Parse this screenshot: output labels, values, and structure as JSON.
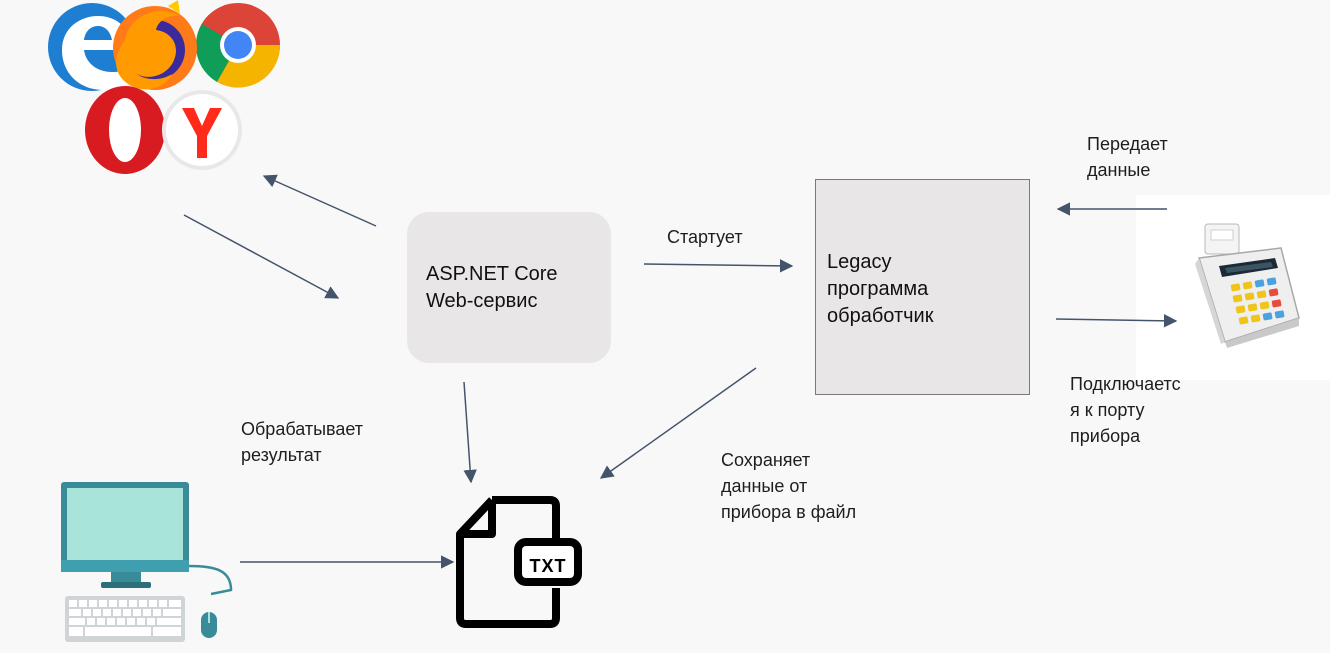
{
  "nodes": {
    "server": {
      "line1": "ASP.NET Core",
      "line2": "Web-сервис"
    },
    "legacy": {
      "line1": "Legacy",
      "line2": "программа",
      "line3": "обработчик"
    },
    "file": {
      "badge": "TXT"
    }
  },
  "edges": {
    "starts": "Стартует",
    "sends": {
      "line1": "Передает",
      "line2": "данные"
    },
    "connects": {
      "line1": "Подключаетс",
      "line2": "я к порту",
      "line3": "прибора"
    },
    "saves": {
      "line1": "Сохраняет",
      "line2": "данные от",
      "line3": "прибора в файл"
    },
    "processes": {
      "line1": "Обрабатывает",
      "line2": "результат"
    }
  },
  "icons": [
    "edge-browser-icon",
    "firefox-browser-icon",
    "chrome-browser-icon",
    "opera-browser-icon",
    "yandex-browser-icon",
    "desktop-computer-icon",
    "txt-file-icon",
    "cash-register-icon"
  ],
  "colors": {
    "box_fill": "#e8e6e7",
    "box_border": "#7a7a7a",
    "arrow": "#44546a",
    "monitor_screen": "#a8e4d9",
    "monitor_frame": "#3a8b9a"
  }
}
